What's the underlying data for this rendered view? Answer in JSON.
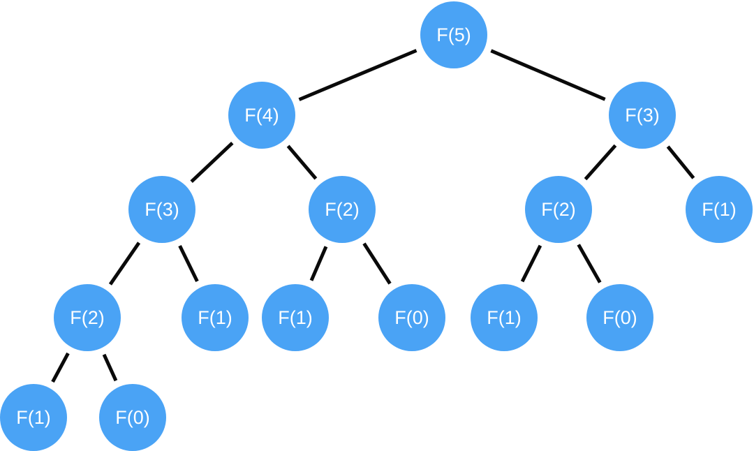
{
  "title": "Fibonacci recursion tree",
  "colors": {
    "node": "#4aa3f5",
    "edge": "#0a0a0a",
    "label": "#ffffff"
  },
  "nodes": [
    {
      "id": "n1",
      "label": "F(5)"
    },
    {
      "id": "n2",
      "label": "F(4)"
    },
    {
      "id": "n3",
      "label": "F(3)"
    },
    {
      "id": "n4",
      "label": "F(3)"
    },
    {
      "id": "n5",
      "label": "F(2)"
    },
    {
      "id": "n6",
      "label": "F(2)"
    },
    {
      "id": "n7",
      "label": "F(1)"
    },
    {
      "id": "n8",
      "label": "F(2)"
    },
    {
      "id": "n9",
      "label": "F(1)"
    },
    {
      "id": "n10",
      "label": "F(1)"
    },
    {
      "id": "n11",
      "label": "F(0)"
    },
    {
      "id": "n12",
      "label": "F(1)"
    },
    {
      "id": "n13",
      "label": "F(0)"
    },
    {
      "id": "n14",
      "label": "F(1)"
    },
    {
      "id": "n15",
      "label": "F(0)"
    }
  ],
  "edges": [
    [
      "n1",
      "n2"
    ],
    [
      "n1",
      "n3"
    ],
    [
      "n2",
      "n4"
    ],
    [
      "n2",
      "n5"
    ],
    [
      "n3",
      "n6"
    ],
    [
      "n3",
      "n7"
    ],
    [
      "n4",
      "n8"
    ],
    [
      "n4",
      "n9"
    ],
    [
      "n5",
      "n10"
    ],
    [
      "n5",
      "n11"
    ],
    [
      "n6",
      "n12"
    ],
    [
      "n6",
      "n13"
    ],
    [
      "n8",
      "n14"
    ],
    [
      "n8",
      "n15"
    ]
  ]
}
